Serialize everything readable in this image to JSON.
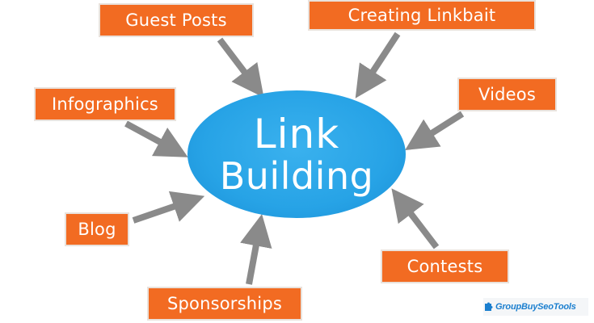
{
  "center": {
    "line1": "Link",
    "line2": "Building"
  },
  "nodes": [
    {
      "id": "guest",
      "label": "Guest Posts"
    },
    {
      "id": "linkbait",
      "label": "Creating Linkbait"
    },
    {
      "id": "info",
      "label": "Infographics"
    },
    {
      "id": "videos",
      "label": "Videos"
    },
    {
      "id": "blog",
      "label": "Blog"
    },
    {
      "id": "contests",
      "label": "Contests"
    },
    {
      "id": "spons",
      "label": "Sponsorships"
    }
  ],
  "watermark": {
    "text": "GroupBuySeoTools"
  },
  "colors": {
    "box_fill": "#f26b22",
    "ellipse_fill": "#27a3e6",
    "arrow": "#8a8a8a",
    "text_on_shape": "#ffffff",
    "watermark_text": "#1b7fcf"
  }
}
